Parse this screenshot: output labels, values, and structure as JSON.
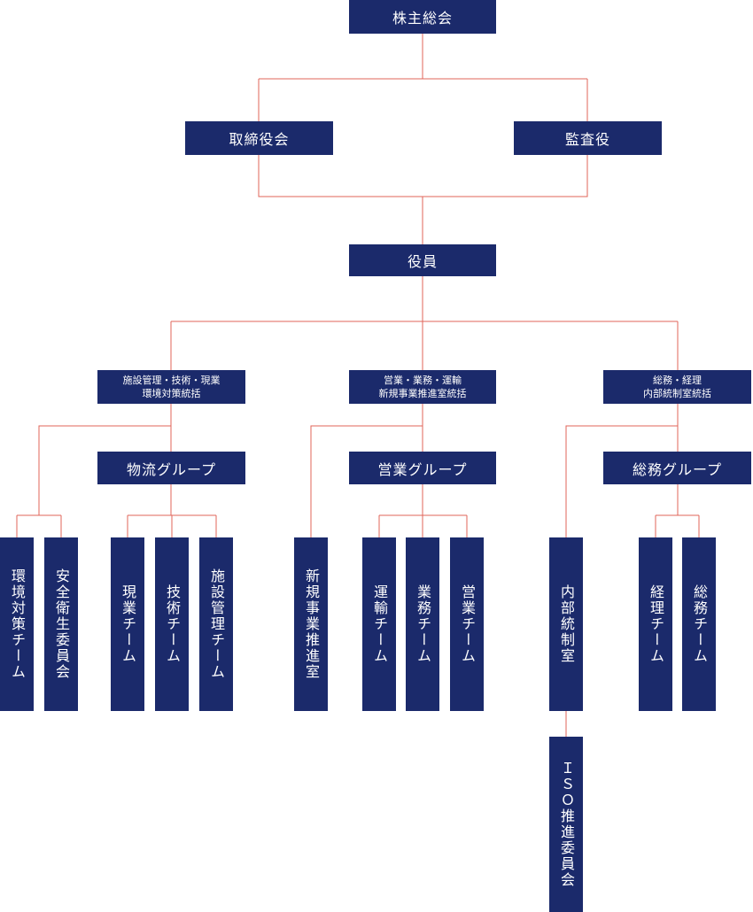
{
  "nodes": {
    "shareholders": "株主総会",
    "board": "取締役会",
    "auditor": "監査役",
    "executives": "役員",
    "div_facility": "施設管理・技術・現業\n環境対策統括",
    "div_sales": "営業・業務・運輸\n新規事業推進室統括",
    "div_admin": "総務・経理\n内部統制室統括",
    "grp_logistics": "物流グループ",
    "grp_sales": "営業グループ",
    "grp_admin": "総務グループ",
    "env_team": "環境対策チーム",
    "safety_committee": "安全衛生委員会",
    "field_team": "現業チーム",
    "tech_team": "技術チーム",
    "facility_team": "施設管理チーム",
    "newbiz_office": "新規事業推進室",
    "transport_team": "運輸チーム",
    "operations_team": "業務チーム",
    "sales_team": "営業チーム",
    "internal_control": "内部統制室",
    "accounting_team": "経理チーム",
    "general_team": "総務チーム",
    "iso_committee": "ＩＳＯ推進委員会"
  }
}
